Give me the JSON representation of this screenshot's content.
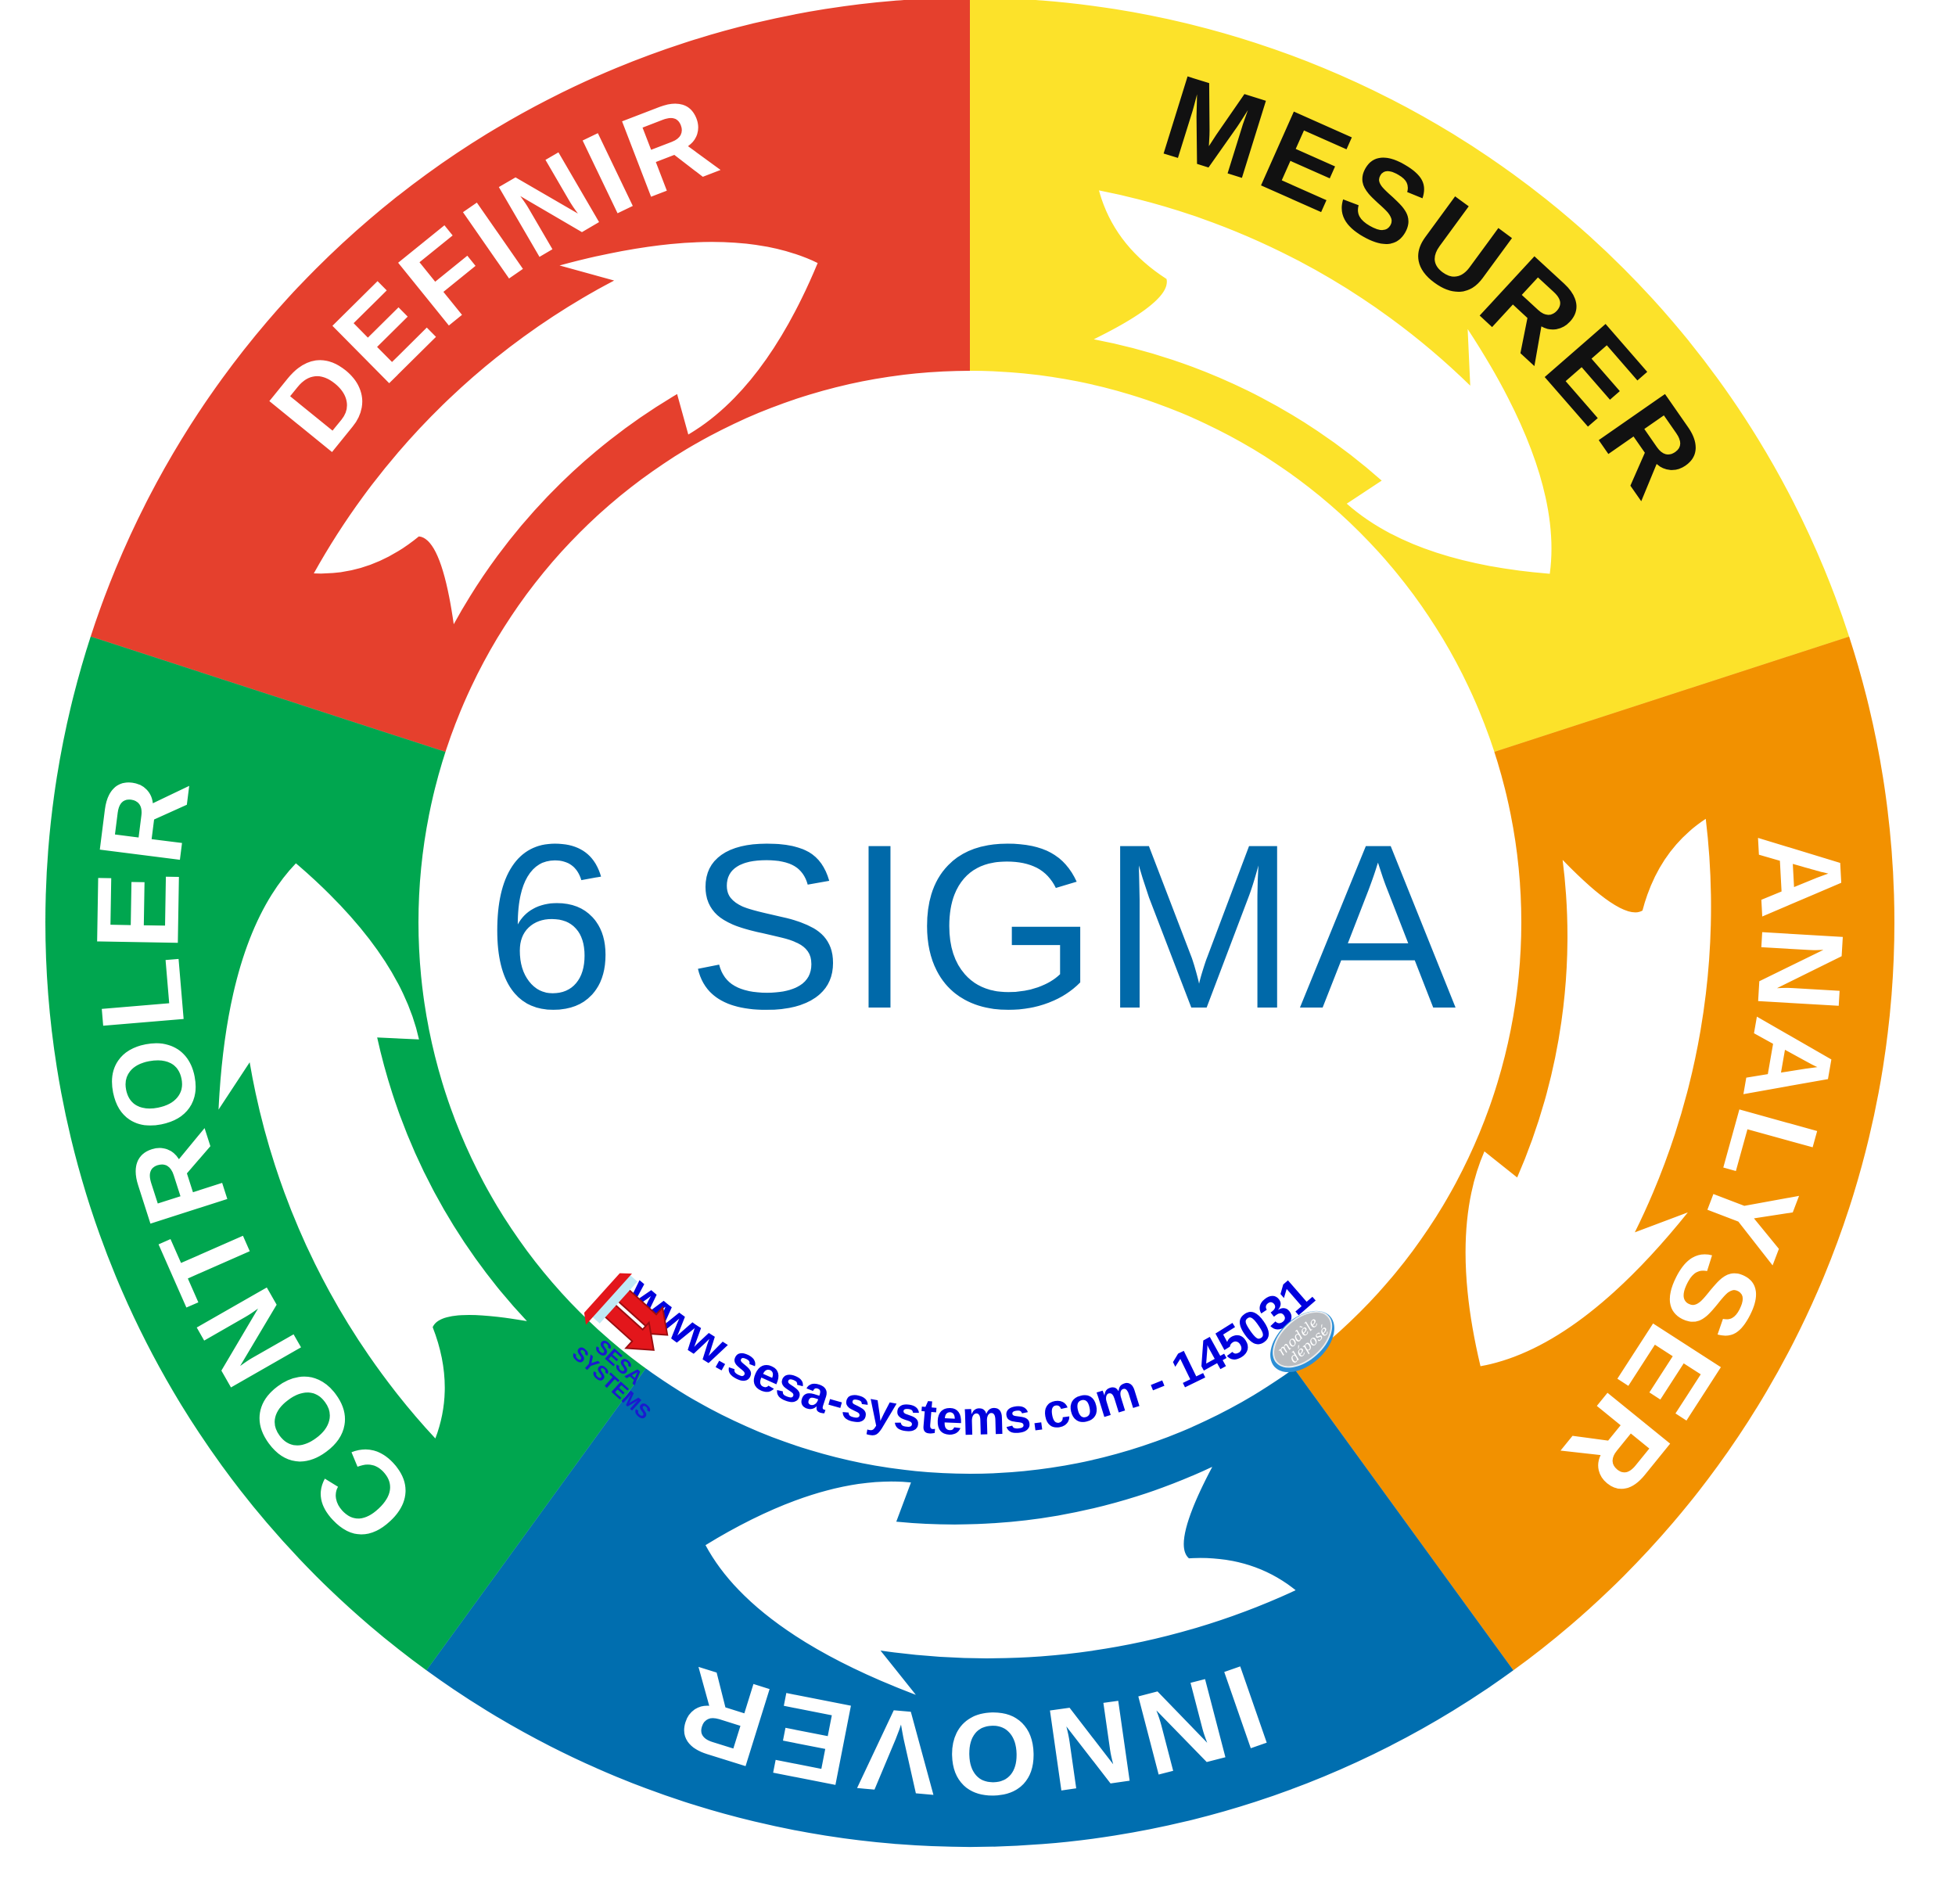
{
  "title": {
    "text": "6 SIGMA",
    "color": "#0069A9"
  },
  "segments": [
    {
      "key": "definir",
      "label": "DEFINIR",
      "color": "#E5402D",
      "text_color": "#FFFFFF",
      "center_angle": -126
    },
    {
      "key": "mesurer",
      "label": "MESURER",
      "color": "#FCE22A",
      "text_color": "#111111",
      "center_angle": -54
    },
    {
      "key": "analyser",
      "label": "ANALYSER",
      "color": "#F29100",
      "text_color": "#FFFFFF",
      "center_angle": 18
    },
    {
      "key": "innover",
      "label": "INNOVER",
      "color": "#006EAF",
      "text_color": "#FFFFFF",
      "center_angle": 90
    },
    {
      "key": "controler",
      "label": "CONTROLER",
      "color": "#00A64F",
      "text_color": "#FFFFFF",
      "center_angle": 162
    }
  ],
  "arrows": {
    "color": "#FFFFFF",
    "direction": "clockwise",
    "icon": "curved-arrow-icon"
  },
  "footer": {
    "url_text": "www.sesa-systems.com - 145031",
    "url_color": "#0000DD",
    "logo": {
      "line1": "SESA",
      "line2": "SYSTEMS",
      "icon": "double-arrow-logo-icon",
      "color": "#1A1AD0",
      "arrow_color": "#E3161B"
    },
    "badge": {
      "line1": "modèle",
      "line2": "déposé",
      "icon": "silver-oval-badge-icon"
    }
  }
}
